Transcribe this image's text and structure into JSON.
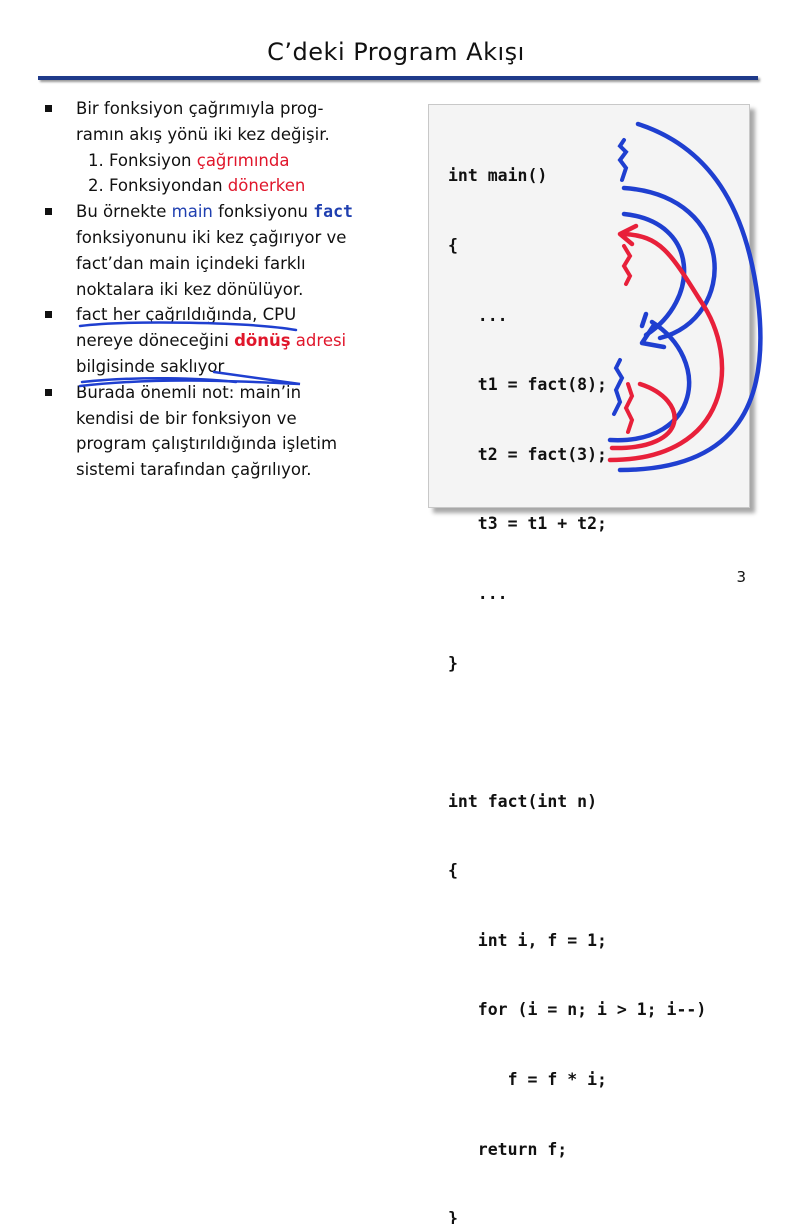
{
  "slide": {
    "title": "C’deki Program Akışı",
    "page_number": "3"
  },
  "bullets": {
    "b1_l1": "Bir fonksiyon çağrımıyla prog-",
    "b1_l2": "ramın akış yönü iki kez değişir.",
    "sub1_prefix": "1. Fonksiyon ",
    "sub1_red": "çağrımında",
    "sub2_prefix": "2. Fonksiyondan ",
    "sub2_red": "dönerken",
    "b2_pre": "Bu örnekte ",
    "b2_main": "main",
    "b2_mid": " fonksiyonu ",
    "b2_fact": "fact",
    "b2_l2": "fonksiyonunu iki kez çağırıyor ve",
    "b2_l3": "fact’dan main içindeki farklı",
    "b2_l4": "noktalara iki kez dönülüyor.",
    "b3_l1": "fact her çağrıldığında, CPU",
    "b3_l2_pre": "nereye döneceğini ",
    "b3_l2_bold": "dönüş",
    "b3_l2_red": " adresi",
    "b3_l3": "bilgisinde saklıyor",
    "b4_l1": "Burada önemli not: main’in",
    "b4_l2": "kendisi de bir fonksiyon ve",
    "b4_l3": "program çalıştırıldığında işletim",
    "b4_l4": "sistemi tarafından çağrılıyor."
  },
  "code": {
    "main_lines": [
      "int main()",
      "{",
      "   ...",
      "   t1 = fact(8);",
      "   t2 = fact(3);",
      "   t3 = t1 + t2;",
      "   ...",
      "}"
    ],
    "fact_lines": [
      "int fact(int n)",
      "{",
      "   int i, f = 1;",
      "   for (i = n; i > 1; i--)",
      "      f = f * i;",
      "   return f;",
      "}"
    ]
  },
  "colors": {
    "call_arrow": "#1f3fd0",
    "return_arrow": "#e8203a",
    "title_rule": "#1f3a8a"
  }
}
